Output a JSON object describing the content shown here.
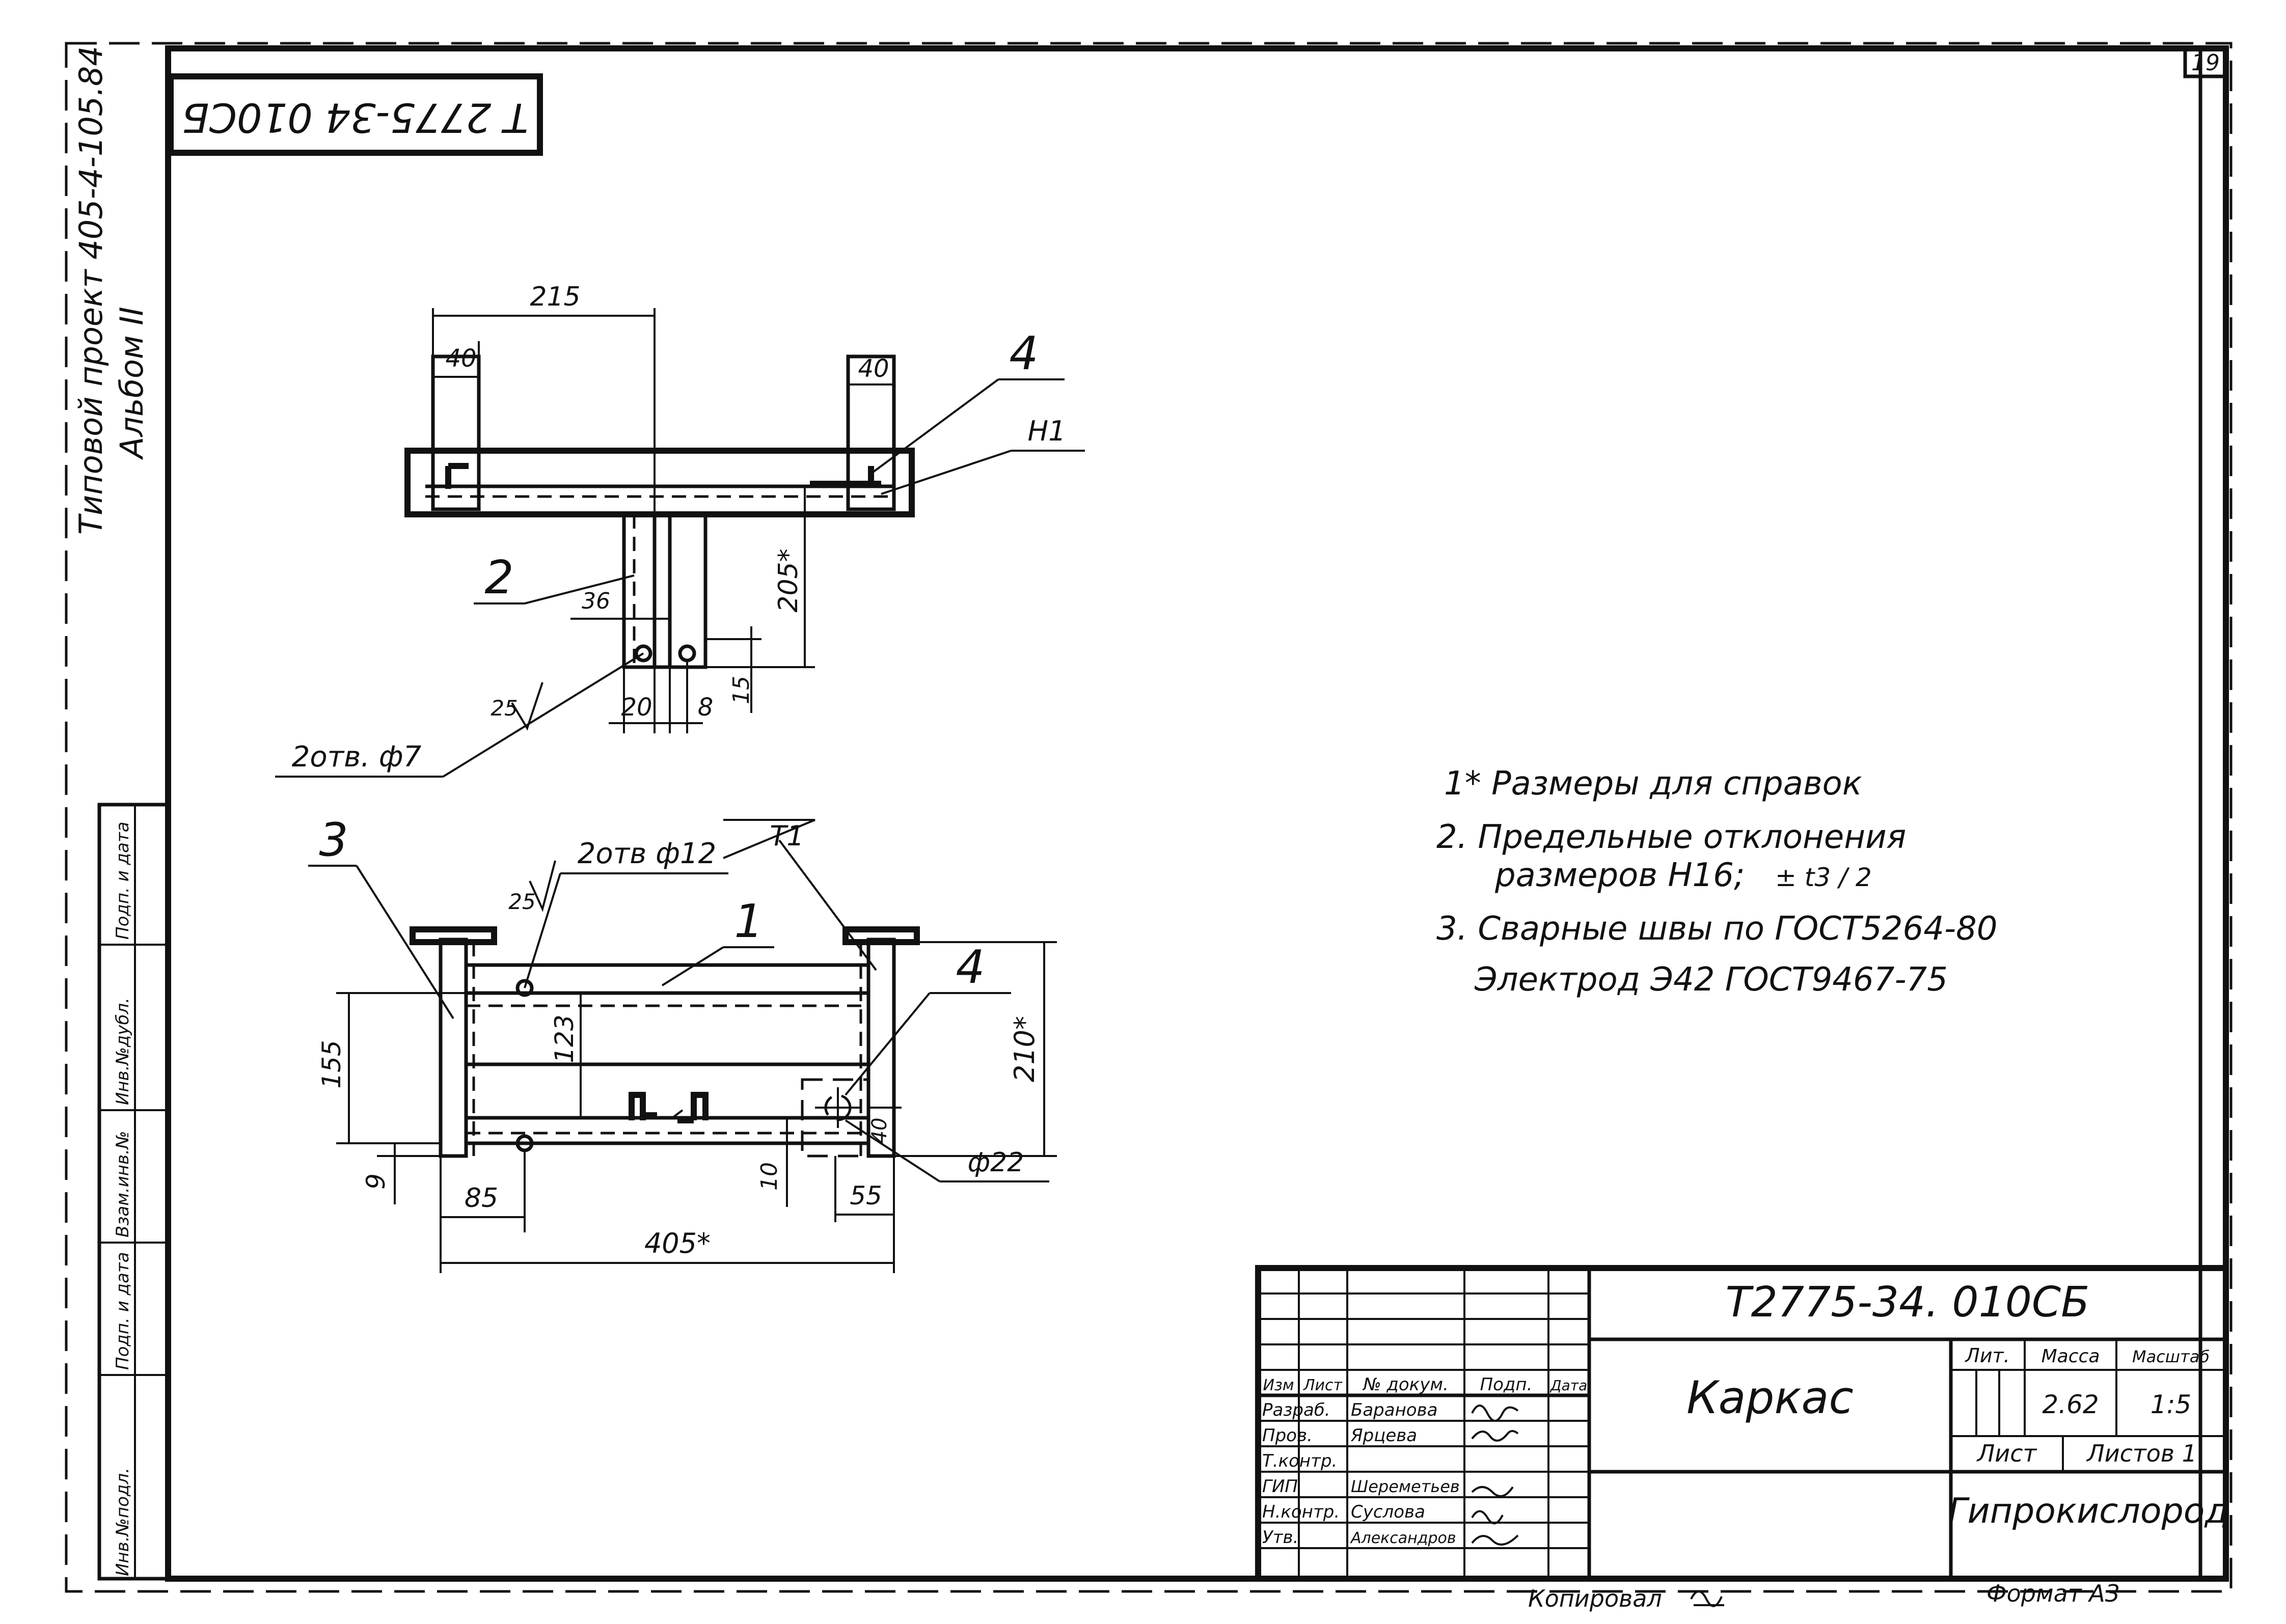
{
  "sheet_number": "19",
  "corner_code": "Т 2775-34 010СБ",
  "side_label": {
    "line1": "Типовой проект 405-4-105.84",
    "line2": "Альбом II"
  },
  "left_strip": [
    "Инв.№подл.",
    "Подп. и дата",
    "Взам.инв.№",
    "Инв.№дубл.",
    "Подп. и дата"
  ],
  "top_view": {
    "dims": {
      "d215": "215",
      "d40_left": "40",
      "d40_right": "40",
      "d205": "205*",
      "d36": "36",
      "d25": "25",
      "d20": "20",
      "d8": "8",
      "d15": "15"
    },
    "callouts": {
      "c4": "4",
      "c2": "2",
      "weld": "Н1"
    },
    "holes": "2отв. ф7"
  },
  "front_view": {
    "dims": {
      "d155": "155",
      "d123": "123",
      "d9": "9",
      "d85": "85",
      "d405": "405*",
      "d10": "10",
      "d55": "55",
      "d40": "40",
      "d210": "210*",
      "d22": "ф22",
      "d25": "25"
    },
    "callouts": {
      "c3": "3",
      "c1": "1",
      "c4": "4",
      "weld": "Т1"
    },
    "holes": "2отв ф12"
  },
  "notes": {
    "n1": "1* Размеры для справок",
    "n2a": "2. Предельные отклонения",
    "n2b": "размеров  Н16;",
    "n2frac": "± t3 / 2",
    "n3a": "3. Сварные швы по ГОСТ5264-80",
    "n3b": "Электрод Э42  ГОСТ9467-75"
  },
  "title_block": {
    "doc_code": "Т2775-34. 010СБ",
    "name": "Каркас",
    "head_izm": "Изм",
    "head_list": "Лист",
    "head_ndok": "№ докум.",
    "head_podp": "Подп.",
    "head_data": "Дата",
    "rows": [
      {
        "role": "Разраб.",
        "name": "Баранова",
        "sign": ""
      },
      {
        "role": "Пров.",
        "name": "Ярцева",
        "sign": ""
      },
      {
        "role": "Т.контр.",
        "name": "",
        "sign": ""
      },
      {
        "role": "ГИП",
        "name": "Шереметьев",
        "sign": ""
      },
      {
        "role": "Н.контр.",
        "name": "Суслова",
        "sign": ""
      },
      {
        "role": "Утв.",
        "name": "Александров",
        "sign": ""
      }
    ],
    "lit_label": "Лит.",
    "mass_label": "Масса",
    "scale_label": "Масштаб",
    "mass": "2.62",
    "scale": "1:5",
    "sheet_label": "Лист",
    "sheets_label": "Листов 1",
    "org": "Гипрокислород",
    "copied": "Копировал",
    "format": "Формат А3"
  }
}
